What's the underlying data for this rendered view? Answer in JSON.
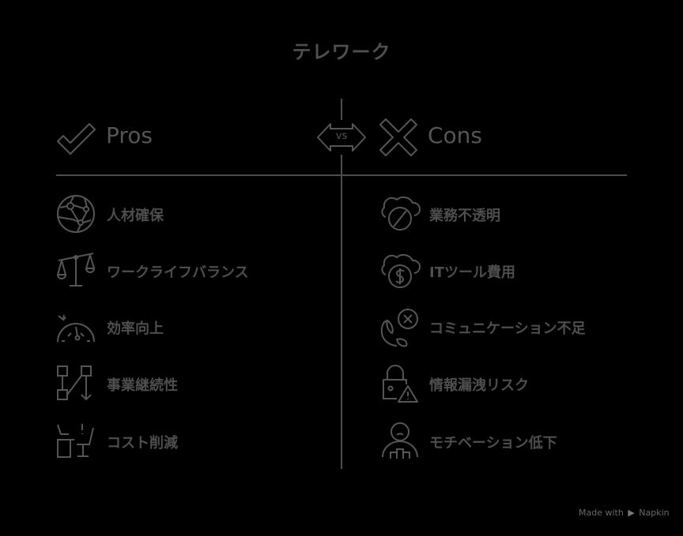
{
  "title": "テレワーク",
  "pros": {
    "heading": "Pros",
    "heading_icon": "checkmark-icon",
    "items": [
      {
        "label": "人材確保",
        "icon": "globe-network-icon"
      },
      {
        "label": "ワークライフバランス",
        "icon": "balance-scale-icon"
      },
      {
        "label": "効率向上",
        "icon": "speedometer-icon"
      },
      {
        "label": "事業継続性",
        "icon": "flowchart-icon"
      },
      {
        "label": "コスト削減",
        "icon": "desk-chair-icon"
      }
    ]
  },
  "vs": {
    "label": "VS",
    "icon": "double-arrow-icon"
  },
  "cons": {
    "heading": "Cons",
    "heading_icon": "cross-icon",
    "items": [
      {
        "label": "業務不透明",
        "icon": "cloud-blocked-icon"
      },
      {
        "label": "ITツール費用",
        "icon": "cloud-dollar-icon"
      },
      {
        "label": "コミュニケーション不足",
        "icon": "phone-cancel-icon"
      },
      {
        "label": "情報漏洩リスク",
        "icon": "lock-warning-icon"
      },
      {
        "label": "モチベーション低下",
        "icon": "sad-person-icon"
      }
    ]
  },
  "footer": {
    "made_with": "Made with",
    "brand": "Napkin"
  },
  "colors": {
    "background": "#000000",
    "foreground": "#4d4d4d"
  }
}
